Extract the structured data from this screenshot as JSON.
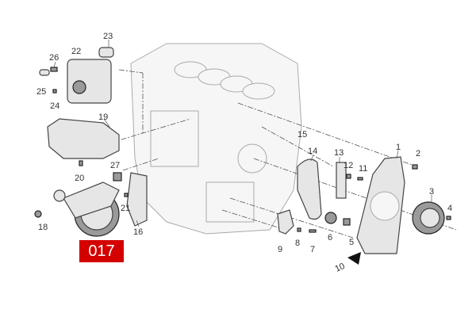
{
  "badge": {
    "label": "017",
    "color": "#d40000"
  },
  "callouts": [
    "1",
    "2",
    "3",
    "4",
    "5",
    "6",
    "7",
    "8",
    "9",
    "10",
    "11",
    "12",
    "13",
    "14",
    "15",
    "16",
    "18",
    "19",
    "20",
    "21",
    "22",
    "23",
    "24",
    "25",
    "26",
    "27"
  ]
}
